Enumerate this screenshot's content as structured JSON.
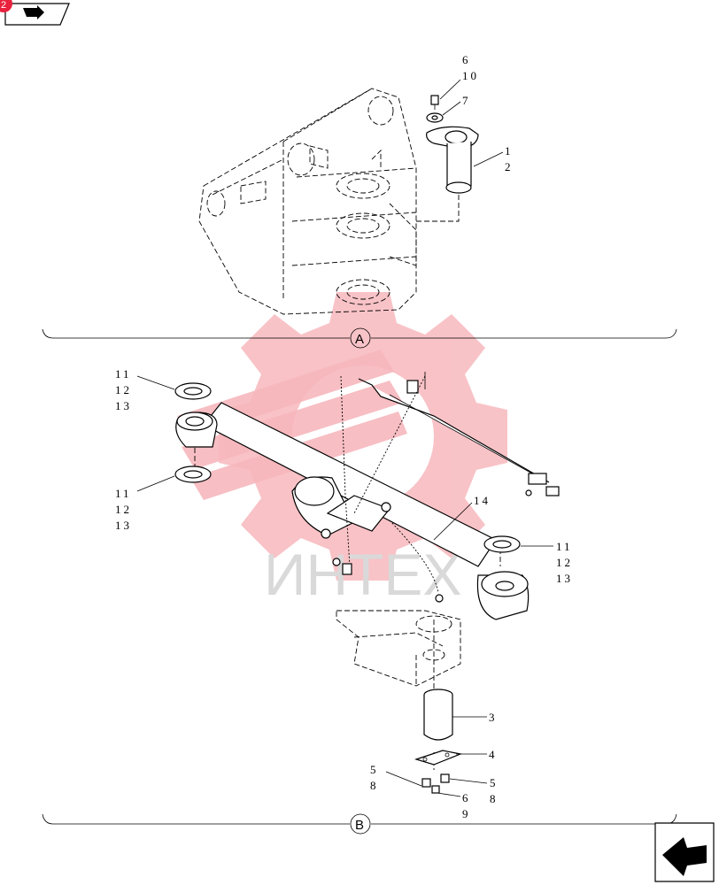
{
  "nav": {
    "page_badge": "2"
  },
  "watermark": {
    "text": "ИНТЕХ"
  },
  "sections": {
    "a": "A",
    "b": "B"
  },
  "callouts": {
    "c1": "1",
    "c2": "2",
    "c6a": "6",
    "c10": "10",
    "c7": "7",
    "c11a": "11",
    "c12a": "12",
    "c13a": "13",
    "c11b": "11",
    "c12b": "12",
    "c13b": "13",
    "c11c": "11",
    "c12c": "12",
    "c13c": "13",
    "c14": "14",
    "c3": "3",
    "c4": "4",
    "c5a": "5",
    "c8a": "8",
    "c5b": "5",
    "c8b": "8",
    "c6b": "6",
    "c9": "9"
  },
  "colors": {
    "badge": "#e8213c",
    "watermark_red": "#f7b8bd",
    "watermark_gray": "#d9d9d9"
  }
}
